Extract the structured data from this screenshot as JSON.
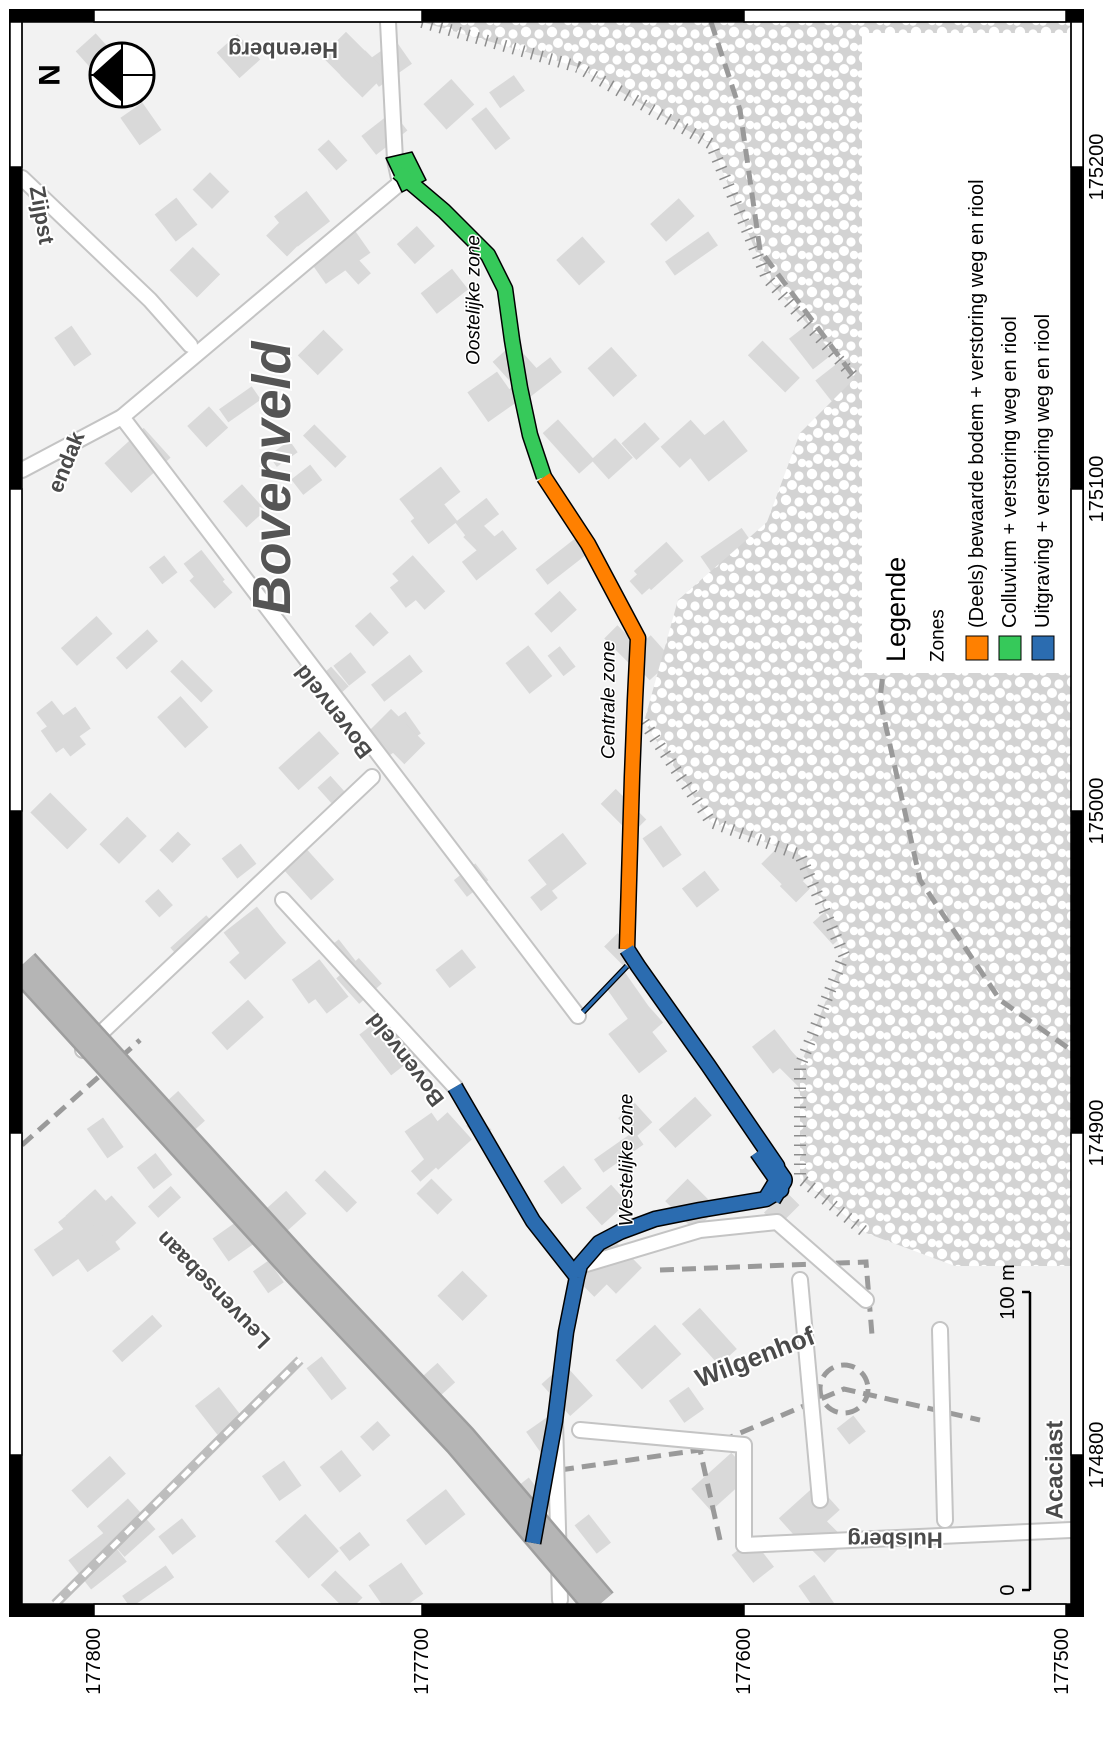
{
  "map": {
    "north_label": "N",
    "area_label": "Bovenveld",
    "streets": {
      "herenberg": "Herenberg",
      "zijpst": "Zijpst",
      "endak": "endak",
      "bovenveld_1": "Bovenveld",
      "bovenveld_2": "Bovenveld",
      "leuvensebaan": "Leuvensebaan",
      "wilgenhof": "Wilgenhof",
      "acaciast": "Acaciast",
      "hulsberg": "Hulsberg"
    },
    "zones": {
      "east": {
        "label": "Oostelijke zone",
        "color": "#36c95a"
      },
      "central": {
        "label": "Centrale zone",
        "color": "#ff8000"
      },
      "west": {
        "label": "Westelijke zone",
        "color": "#2b6cb0"
      }
    },
    "colors": {
      "background": "#f2f2f2",
      "building": "#d9d9d9",
      "forest": "#d3d3d3",
      "road": "#ffffff",
      "main_road": "#b5b5b5"
    }
  },
  "legend": {
    "title": "Legende",
    "subtitle": "Zones",
    "items": [
      {
        "label": "(Deels) bewaarde bodem + verstoring weg en riool",
        "color": "#ff8000"
      },
      {
        "label": "Colluvium + verstoring weg en riool",
        "color": "#36c95a"
      },
      {
        "label": "Uitgraving + verstoring weg en riool",
        "color": "#2b6cb0"
      }
    ]
  },
  "scale_bar": {
    "start": "0",
    "end": "100 m"
  },
  "grid": {
    "right_labels": [
      "175200",
      "175100",
      "175000",
      "174900",
      "174800"
    ],
    "bottom_labels": [
      "177800",
      "177700",
      "177600",
      "177500"
    ]
  }
}
